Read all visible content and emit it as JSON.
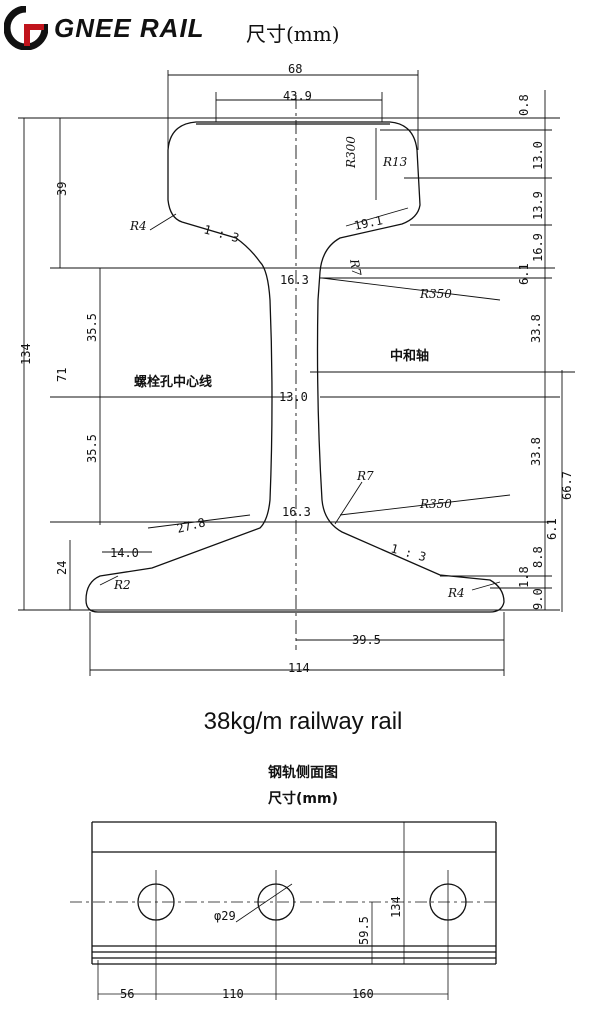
{
  "header": {
    "brand": "GNEE RAIL",
    "unit_label": "尺寸(mm)"
  },
  "cross_section": {
    "dims": {
      "width_top": "68",
      "head_width": "43.9",
      "head_top_offset": "0.8",
      "r300": "R300",
      "r13": "R13",
      "d13_0": "13.0",
      "d39": "39",
      "r4_head": "R4",
      "slope_head": "1 : 3",
      "d19_1": "19.1",
      "d16_9": "16.9",
      "d13_9": "13.9",
      "r7_top": "R7",
      "web_top": "16.3",
      "d6_1_top": "6.1",
      "r350_top": "R350",
      "d35_5_top": "35.5",
      "d33_8_top": "33.8",
      "d134": "134",
      "d71": "71",
      "bolt_line": "螺栓孔中心线",
      "neutral_axis": "中和轴",
      "web_mid": "13.0",
      "d35_5_bot": "35.5",
      "d33_8_bot": "33.8",
      "d66_7": "66.7",
      "r7_bot": "R7",
      "r350_bot": "R350",
      "d27_8": "27.8",
      "web_bot": "16.3",
      "d6_1_bot": "6.1",
      "d14_0": "14.0",
      "slope_foot": "1 : 3",
      "d8_8": "8.8",
      "d24": "24",
      "r2": "R2",
      "r4_foot": "R4",
      "d1_8": "1.8",
      "d9_0": "9.0",
      "d39_5": "39.5",
      "base": "114"
    },
    "caption": "38kg/m railway rail"
  },
  "side_view": {
    "title": "钢轨侧面图",
    "unit_label": "尺寸(mm)",
    "dims": {
      "hole_dia": "φ29",
      "hole_height": "59.5",
      "height": "134",
      "end_to_hole": "56",
      "hole_spacing_1": "110",
      "hole_spacing_2": "160"
    }
  }
}
